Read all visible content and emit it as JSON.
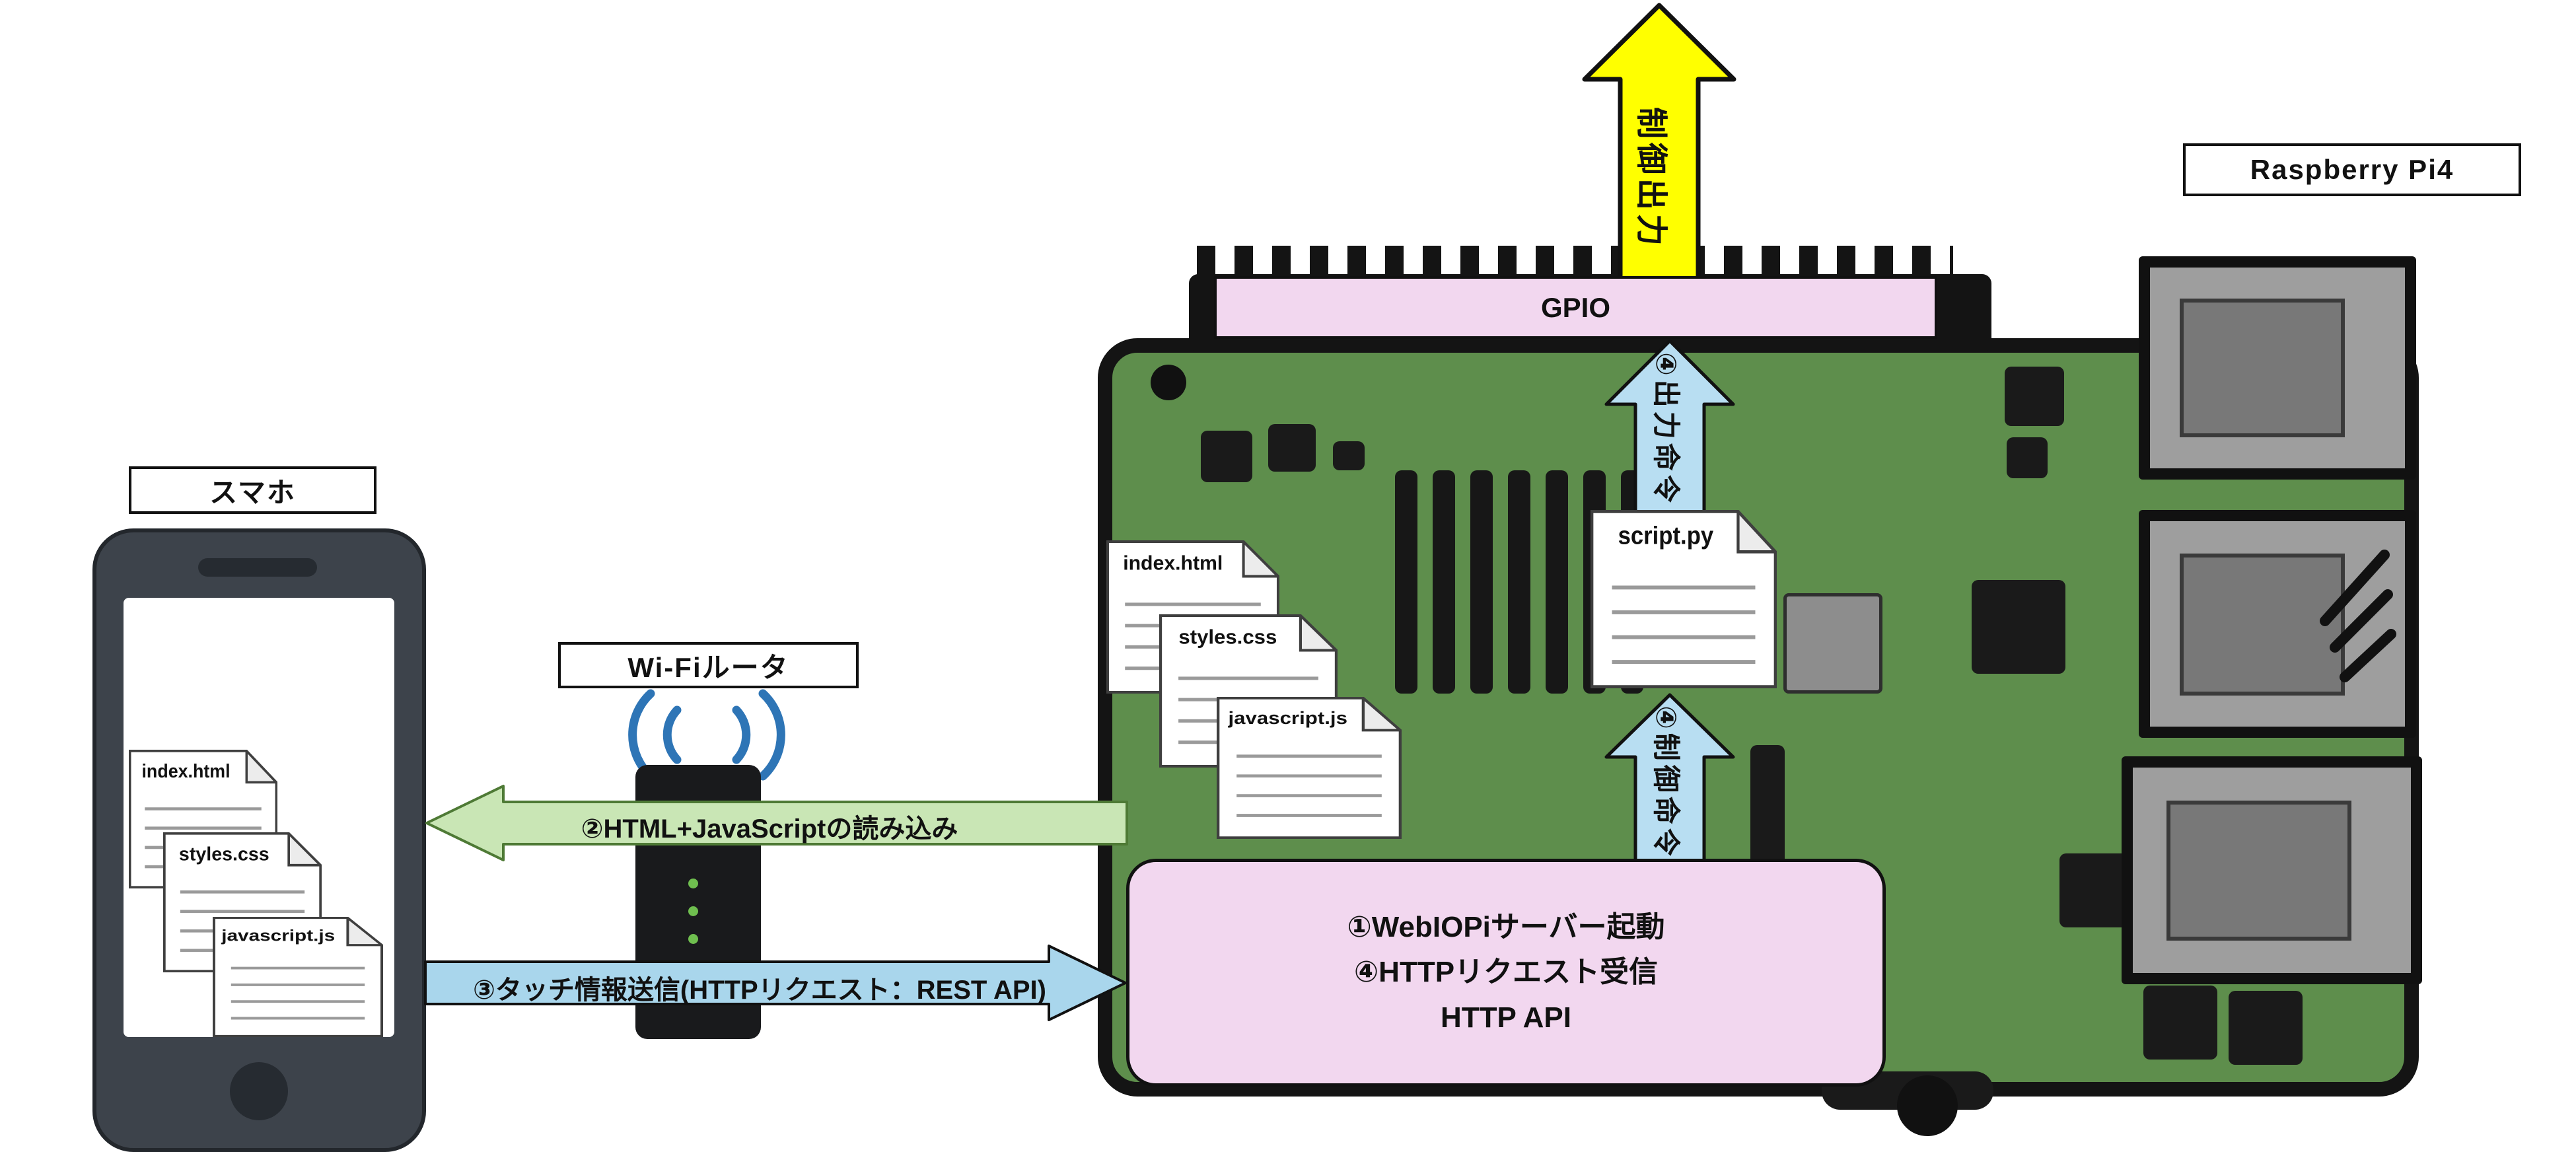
{
  "pi": {
    "title": "Raspberry Pi4",
    "gpio_label": "GPIO",
    "files": [
      "index.html",
      "styles.css",
      "javascript.js"
    ],
    "script_file": "script.py",
    "server_box": {
      "line1": "①WebIOPiサーバー起動",
      "line2": "④HTTPリクエスト受信",
      "line3": "HTTP API"
    }
  },
  "phone": {
    "title": "スマホ",
    "files": [
      "index.html",
      "styles.css",
      "javascript.js"
    ]
  },
  "router": {
    "title": "Wi-Fiルータ"
  },
  "arrows": {
    "control_output": "制御出力",
    "output_command": "④出力命令",
    "control_command": "④制御命令",
    "load_html": "②HTML+JavaScriptの読み込み",
    "send_touch": "③タッチ情報送信(HTTPリクエスト：REST API)"
  },
  "colors": {
    "board_green": "#5e8e4c",
    "pink": "#f2d7ef",
    "yellow": "#ffff00",
    "light_blue": "#b8def2",
    "light_green": "#c9e6b5",
    "wifi_blue": "#2e75b6"
  }
}
